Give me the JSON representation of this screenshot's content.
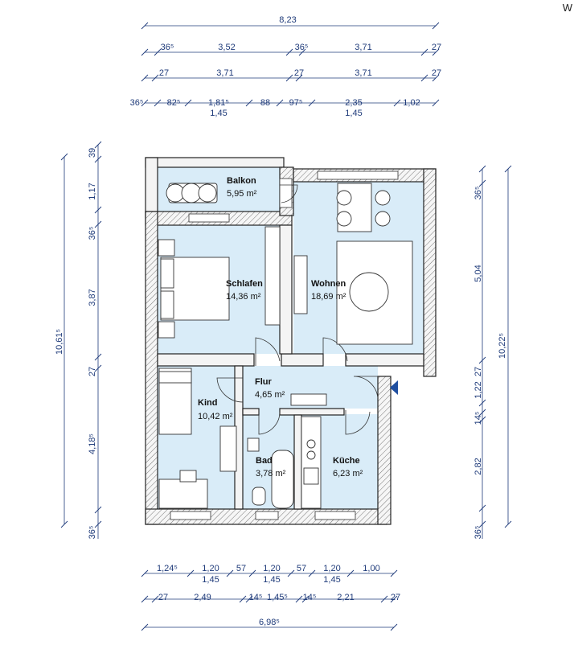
{
  "corner_label": "W",
  "dims_top": {
    "total": "8,23",
    "row1": [
      "36⁵",
      "3,52",
      "36⁵",
      "3,71",
      "27"
    ],
    "row2": [
      "27",
      "3,71",
      "27",
      "3,71",
      "27"
    ],
    "row3": [
      "36⁵",
      "82⁵",
      "1,81⁵",
      "88",
      "97⁵",
      "2,35",
      "1,02"
    ],
    "row3_sub": [
      "1,45",
      "1,45"
    ]
  },
  "dims_left": {
    "total": "10,61⁵",
    "segments": [
      "39",
      "1,17",
      "36⁵",
      "3,87",
      "27",
      "4,18⁵",
      "36⁵"
    ]
  },
  "dims_right": {
    "total": "10,22⁵",
    "segments": [
      "36⁵",
      "5,04",
      "1,22",
      "27",
      "14⁵",
      "2,82",
      "36⁵"
    ]
  },
  "dims_bottom": {
    "row1": [
      "1,24⁵",
      "1,20",
      "57",
      "1,20",
      "57",
      "1,20",
      "1,00"
    ],
    "row1_sub": [
      "1,45",
      "1,45",
      "1,45"
    ],
    "row2": [
      "27",
      "2,49",
      "14⁵",
      "1,45⁵",
      "14⁵",
      "2,21",
      "27"
    ],
    "total": "6,98⁵"
  },
  "rooms": [
    {
      "id": "balkon",
      "name": "Balkon",
      "area": "5,95 m²"
    },
    {
      "id": "schlafen",
      "name": "Schlafen",
      "area": "14,36 m²"
    },
    {
      "id": "wohnen",
      "name": "Wohnen",
      "area": "18,69 m²"
    },
    {
      "id": "flur",
      "name": "Flur",
      "area": "4,65 m²"
    },
    {
      "id": "kind",
      "name": "Kind",
      "area": "10,42 m²"
    },
    {
      "id": "bad",
      "name": "Bad",
      "area": "3,78 m²"
    },
    {
      "id": "kueche",
      "name": "Küche",
      "area": "6,23 m²"
    }
  ],
  "colors": {
    "floor": "#d9ecf8",
    "dimension": "#1f3b7a",
    "entrance_arrow": "#1f4fa0"
  }
}
